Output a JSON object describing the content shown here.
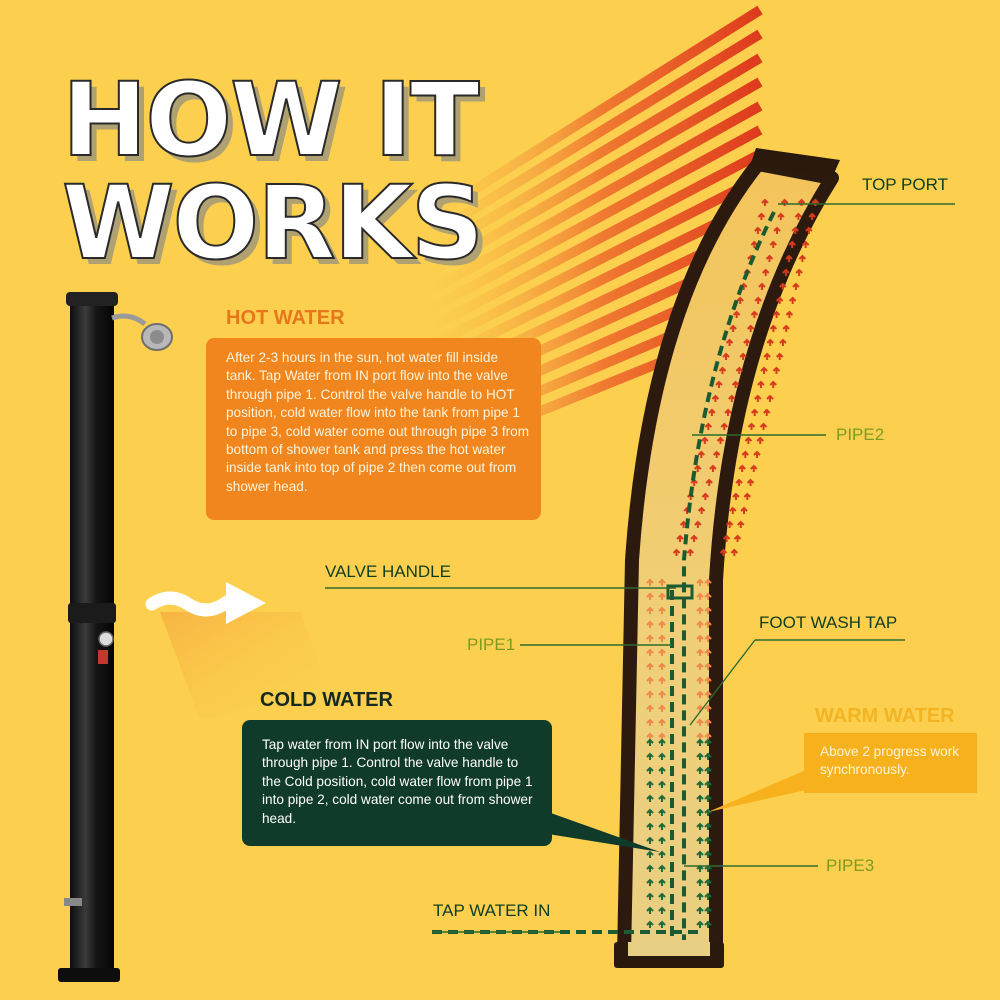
{
  "title": {
    "line1": "HOW IT",
    "line2": "WORKS"
  },
  "hot_water": {
    "heading": "HOT WATER",
    "text": "After 2-3 hours in the sun, hot water fill inside tank. Tap Water from IN port flow into the valve through pipe 1. Control the valve handle to HOT position, cold water flow into the tank from pipe 1 to pipe 3, cold water come out through pipe 3 from bottom of shower tank and press the hot water inside tank into top of pipe 2 then come out from shower head."
  },
  "cold_water": {
    "heading": "COLD WATER",
    "text": "Tap water from IN port flow into the valve through pipe 1. Control the valve handle to the Cold position, cold water flow from pipe 1 into pipe 2, cold water come out from shower head."
  },
  "warm_water": {
    "heading": "WARM WATER",
    "text": "Above 2 progress work synchronously."
  },
  "labels": {
    "top_port": "TOP PORT",
    "pipe2": "PIPE2",
    "valve_handle": "VALVE HANDLE",
    "pipe1": "PIPE1",
    "foot_wash_tap": "FOOT WASH TAP",
    "pipe3": "PIPE3",
    "tap_water_in": "TAP WATER IN"
  },
  "colors": {
    "background": "#fcd04e",
    "hot": "#f0861d",
    "cold": "#103a2a",
    "warm": "#f7b11d",
    "hot_arrows": "#d83a1e",
    "cold_arrows": "#1f6a3a"
  }
}
